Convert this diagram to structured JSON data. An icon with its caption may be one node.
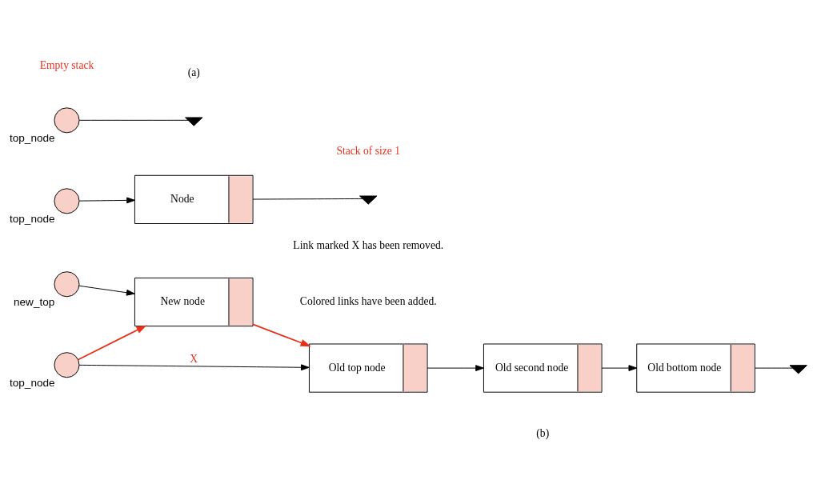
{
  "diagram": {
    "nodes": [
      {
        "text": [
          "top_node"
        ]
      },
      {
        "text": [],
        "shape": "ground"
      },
      {
        "text": [
          "top_node"
        ]
      },
      {
        "text": [
          "Node"
        ]
      },
      {
        "text": [],
        "shape": "ground"
      },
      {
        "text": [
          "new_top"
        ]
      },
      {
        "text": [
          "New node"
        ]
      },
      {
        "text": [
          "top_node"
        ]
      },
      {
        "text": [
          "Old top node"
        ]
      },
      {
        "text": [
          "Old second node"
        ]
      },
      {
        "text": [
          "Old bottom node"
        ]
      },
      {
        "text": [],
        "shape": "ground"
      }
    ],
    "edges": [
      {
        "from": 0,
        "to": 1,
        "arrow": "none"
      },
      {
        "from": 2,
        "to": 3,
        "arrow": "to"
      },
      {
        "from": 3,
        "to": 4,
        "arrow": "none"
      },
      {
        "from": 5,
        "to": 6,
        "arrow": "to"
      },
      {
        "from": 7,
        "to": 6,
        "arrow": "to",
        "color": "#e8301c"
      },
      {
        "from": 6,
        "to": 8,
        "arrow": "to",
        "color": "#e8301c"
      },
      {
        "from": 7,
        "to": 8,
        "arrow": "to",
        "label": "X"
      },
      {
        "from": 8,
        "to": 9,
        "arrow": "to"
      },
      {
        "from": 9,
        "to": 10,
        "arrow": "to"
      },
      {
        "from": 10,
        "to": 11,
        "arrow": "none"
      }
    ],
    "labels": [
      "Empty stack",
      "Stack of size 1",
      "(a)",
      "Link marked X has been removed.",
      "Colored links have been added.",
      "(b)"
    ]
  }
}
